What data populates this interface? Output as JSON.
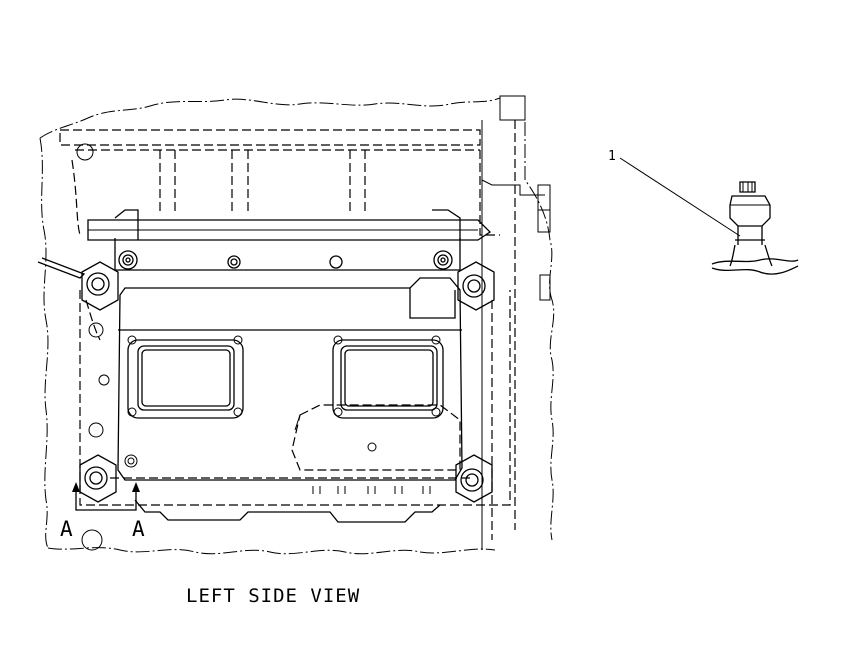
{
  "view_title": "LEFT SIDE VIEW",
  "section_marker_left": "A",
  "section_marker_right": "A",
  "callout_number": "1"
}
